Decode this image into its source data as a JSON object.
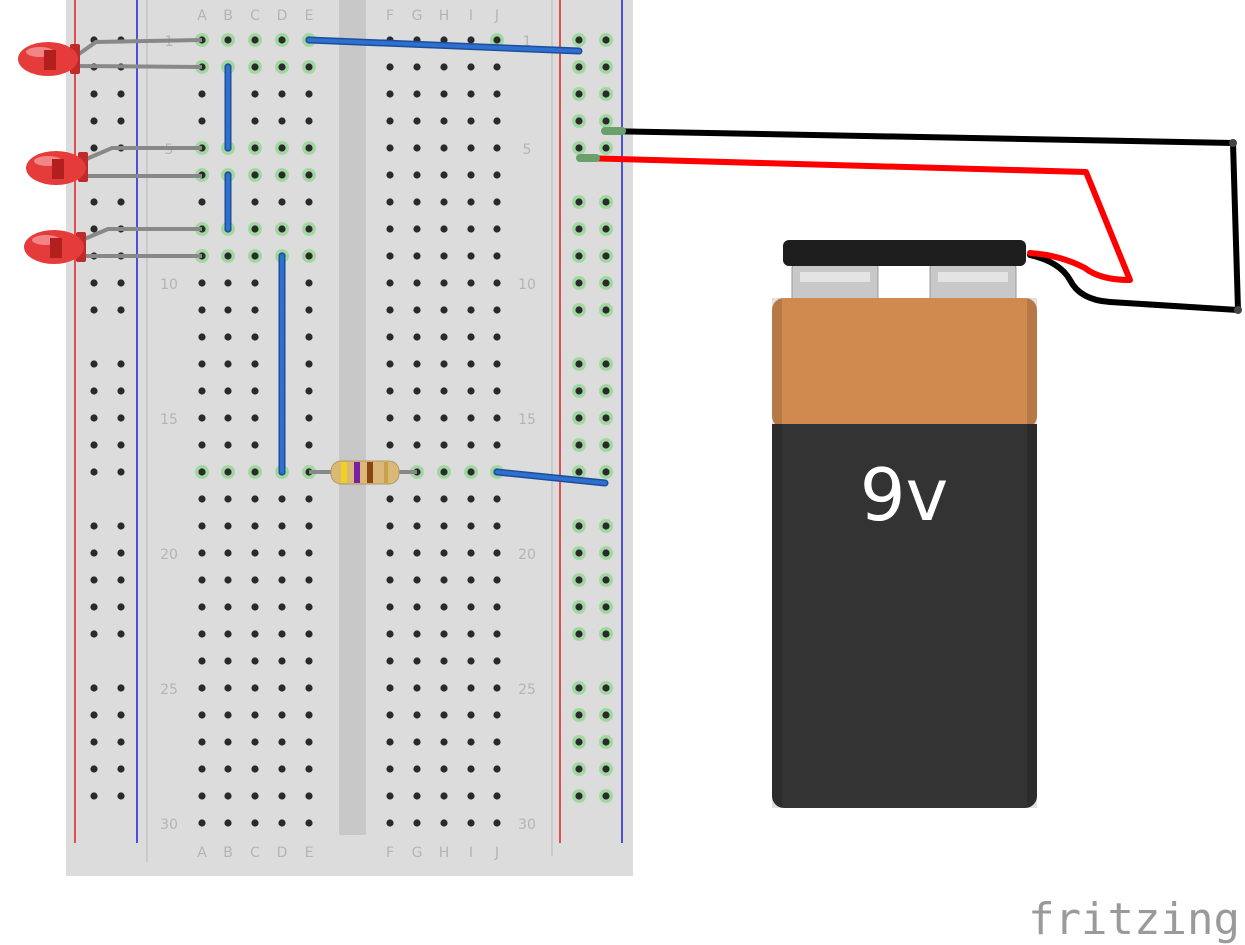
{
  "breadboard": {
    "column_labels_left": [
      "A",
      "B",
      "C",
      "D",
      "E"
    ],
    "column_labels_right": [
      "F",
      "G",
      "H",
      "I",
      "J"
    ],
    "row_numbers": [
      "1",
      "5",
      "10",
      "15",
      "20",
      "25",
      "30"
    ],
    "bottom_left_number": "30"
  },
  "components": {
    "leds": [
      "LED 1",
      "LED 2",
      "LED 3"
    ],
    "resistor": "resistor",
    "battery": {
      "label": "9v",
      "colors": {
        "copper": "#d08a50",
        "body": "#333333",
        "cap": "#1e1e1e"
      }
    }
  },
  "wires": {
    "colors": {
      "jumper": "#2f6fd0",
      "positive": "#ff0000",
      "negative": "#000000"
    }
  },
  "brand": "fritzing"
}
